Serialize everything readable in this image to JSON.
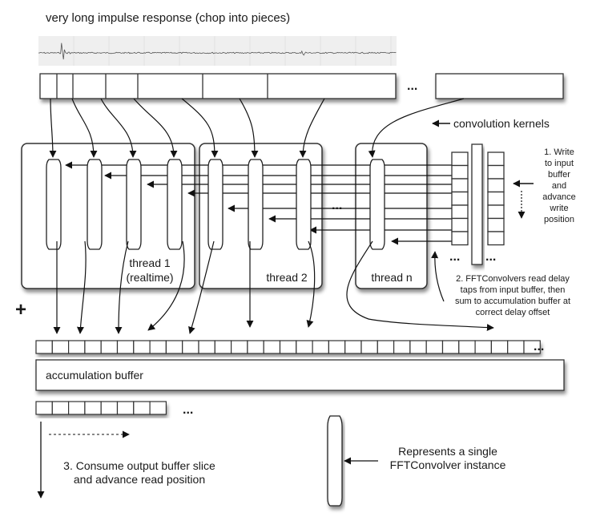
{
  "title": "very long impulse response (chop into pieces)",
  "labels": {
    "kernels": "convolution kernels",
    "ellipsis": "...",
    "plus": "+",
    "accumulation": "accumulation buffer",
    "thread1_line1": "thread 1",
    "thread1_line2": "(realtime)",
    "thread2": "thread 2",
    "threadn": "thread n"
  },
  "notes": {
    "step1": [
      "1. Write",
      "to input",
      "buffer",
      "and",
      "advance",
      "write",
      "position"
    ],
    "step2": [
      "2. FFTConvolvers read delay",
      "taps from input buffer, then",
      "sum to accumulation buffer at",
      "correct delay offset"
    ],
    "step3": [
      "3. Consume output buffer slice",
      "and advance read position"
    ],
    "legend": [
      "Represents a single",
      "FFTConvolver instance"
    ]
  },
  "colors": {
    "stroke": "#333333",
    "waveform_bg": "#eeeeee",
    "waveform_line": "#555555",
    "shadow": "#777777"
  },
  "structure": {
    "kernel_segments": 7,
    "thread_groups": [
      {
        "name": "thread 1",
        "convolvers": 4
      },
      {
        "name": "thread 2",
        "convolvers": 3
      },
      {
        "name": "thread n",
        "convolvers": 1
      }
    ],
    "input_buffer_cells": 7,
    "accumulation_cells": 31,
    "output_slice_cells": 8
  }
}
